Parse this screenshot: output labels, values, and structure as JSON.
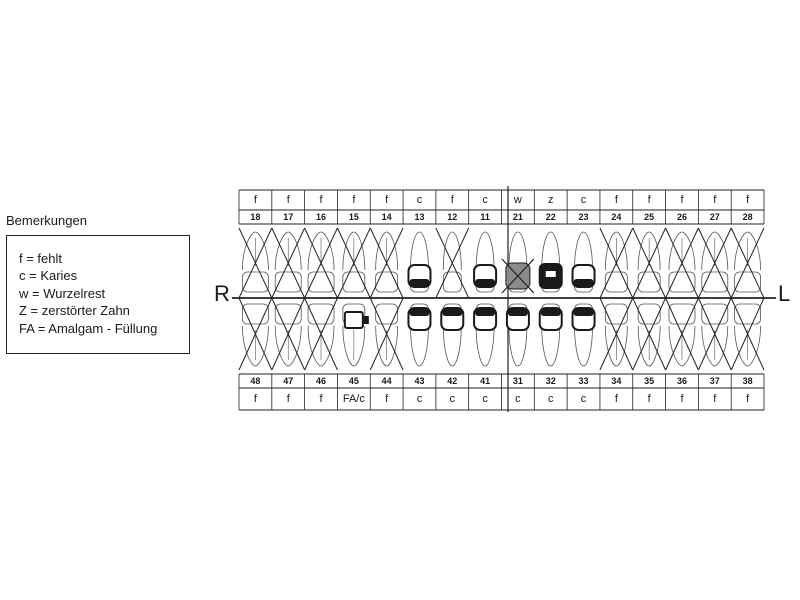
{
  "labels": {
    "right": "R",
    "left": "L"
  },
  "legend": {
    "title": "Bemerkungen",
    "items": [
      "f = fehlt",
      "c = Karies",
      "w = Wurzelrest",
      "Z = zerstörter Zahn",
      "FA = Amalgam - Füllung"
    ]
  },
  "upper": {
    "numbers": [
      "18",
      "17",
      "16",
      "15",
      "14",
      "13",
      "12",
      "11",
      "21",
      "22",
      "23",
      "24",
      "25",
      "26",
      "27",
      "28"
    ],
    "status": [
      "f",
      "f",
      "f",
      "f",
      "f",
      "c",
      "f",
      "c",
      "w",
      "z",
      "c",
      "f",
      "f",
      "f",
      "f",
      "f"
    ],
    "missing": [
      true,
      true,
      true,
      true,
      true,
      false,
      true,
      false,
      false,
      false,
      false,
      true,
      true,
      true,
      true,
      true
    ],
    "marks": [
      "",
      "",
      "",
      "",
      "",
      "caries",
      "",
      "caries",
      "root",
      "destroyed",
      "caries",
      "",
      "",
      "",
      "",
      ""
    ]
  },
  "lower": {
    "numbers": [
      "48",
      "47",
      "46",
      "45",
      "44",
      "43",
      "42",
      "41",
      "31",
      "32",
      "33",
      "34",
      "35",
      "36",
      "37",
      "38"
    ],
    "status": [
      "f",
      "f",
      "f",
      "FA/c",
      "f",
      "c",
      "c",
      "c",
      "c",
      "c",
      "c",
      "f",
      "f",
      "f",
      "f",
      "f"
    ],
    "missing": [
      true,
      true,
      true,
      false,
      true,
      false,
      false,
      false,
      false,
      false,
      false,
      true,
      true,
      true,
      true,
      true
    ],
    "marks": [
      "",
      "",
      "",
      "filling",
      "",
      "caries",
      "caries",
      "caries",
      "caries",
      "caries",
      "caries",
      "",
      "",
      "",
      "",
      ""
    ]
  },
  "colors": {
    "line": "#222222",
    "fill_dark": "#1a1a1a",
    "fill_grey": "#8a8a8a",
    "tooth": "#555555"
  }
}
